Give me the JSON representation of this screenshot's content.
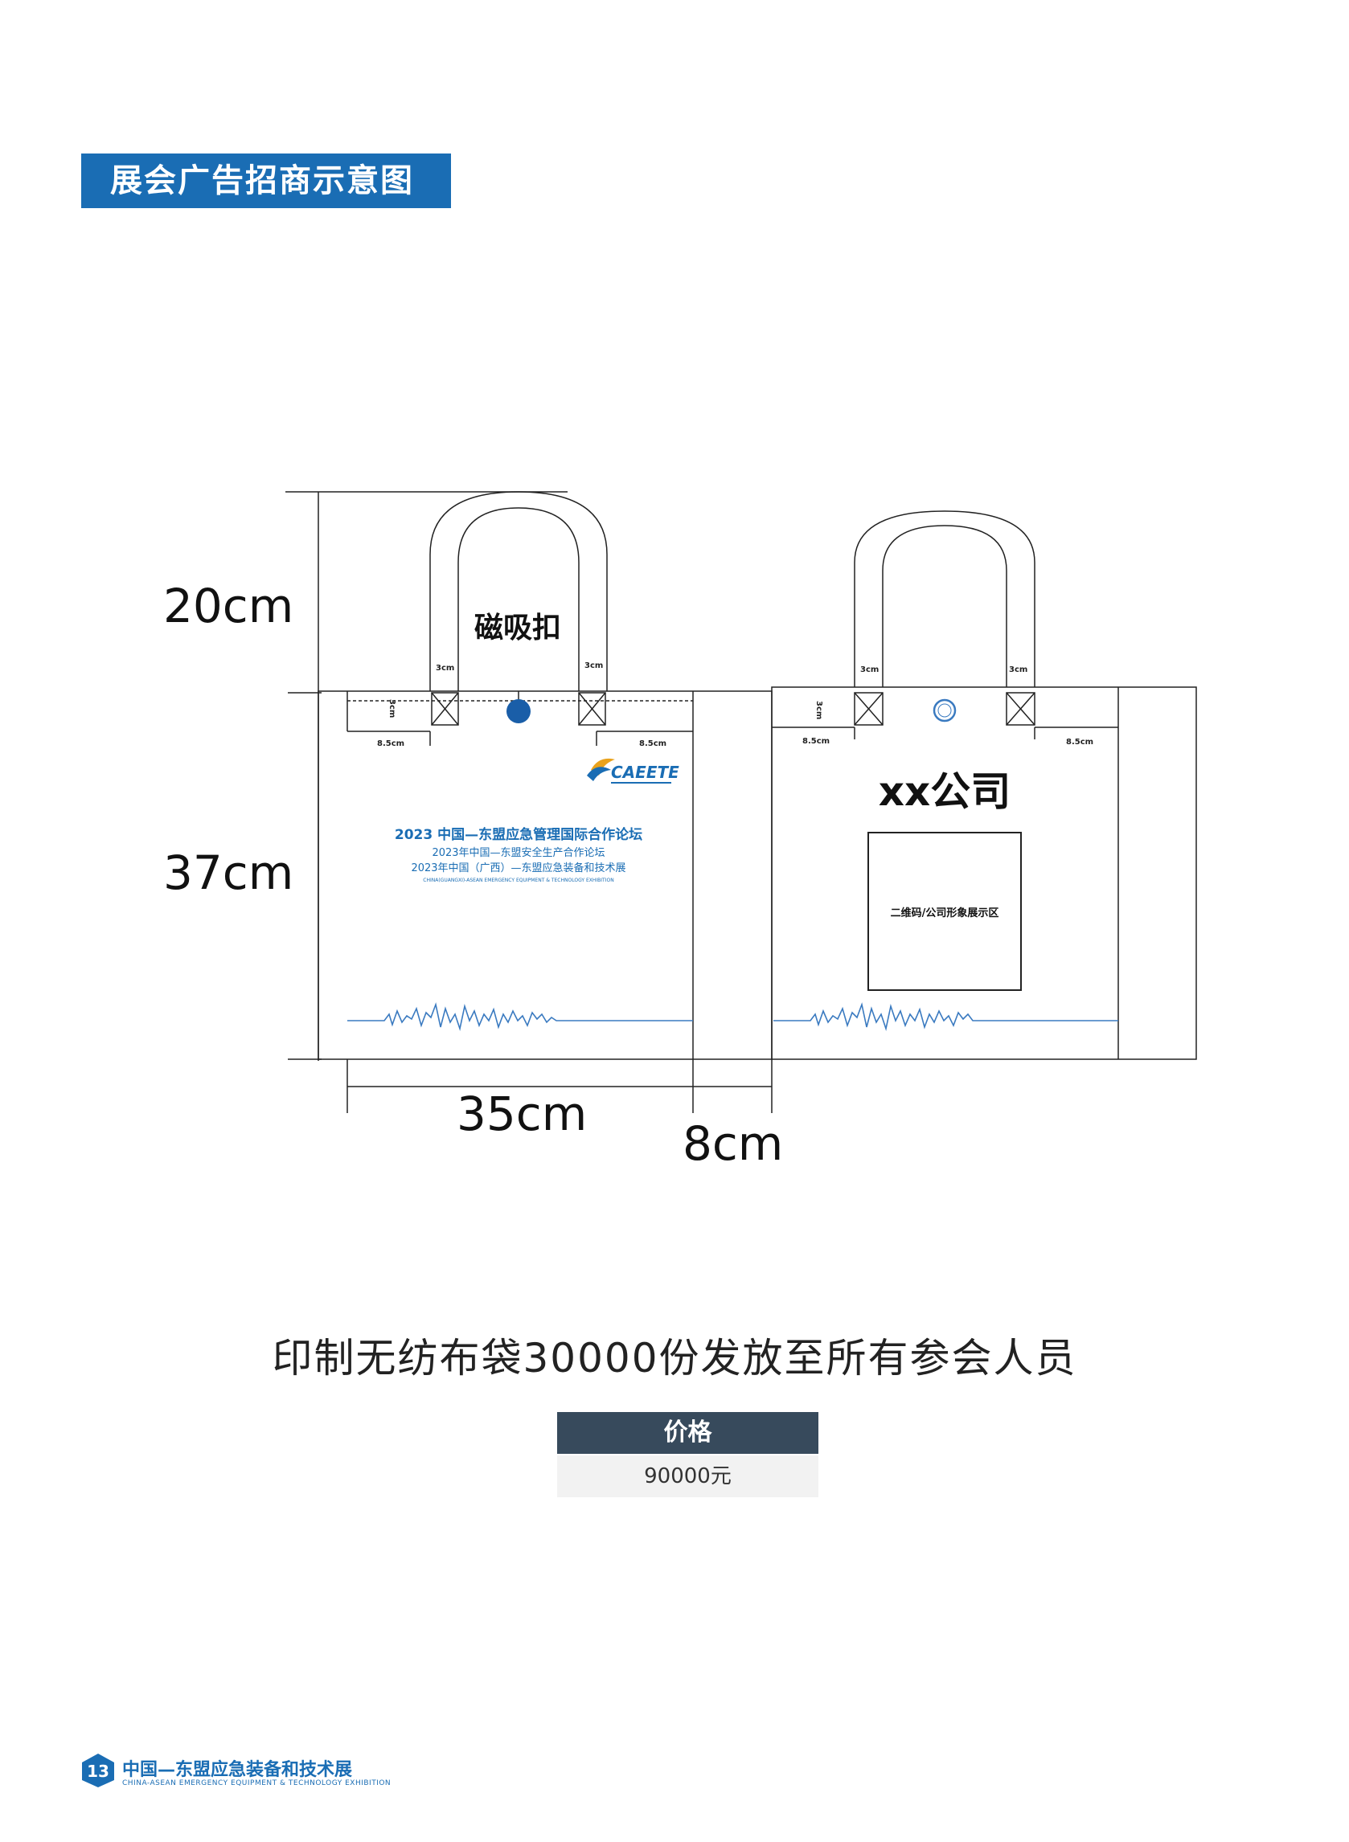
{
  "section_title": "展会广告招商示意图",
  "dimensions": {
    "handle_height": "20cm",
    "bag_height": "37cm",
    "bag_width": "35cm",
    "gusset_width": "8cm",
    "strap_width": "3cm",
    "strap_offset": "8.5cm"
  },
  "front_bag": {
    "clasp_label": "磁吸扣",
    "logo_text": "CAEETE",
    "lines": [
      "2023 中国—东盟应急管理国际合作论坛",
      "2023年中国—东盟安全生产合作论坛",
      "2023年中国（广西）—东盟应急装备和技术展",
      "CHINA(GUANGXI)-ASEAN EMERGENCY EQUIPMENT & TECHNOLOGY EXHIBITION"
    ]
  },
  "back_bag": {
    "company_label": "xx公司",
    "qr_label": "二维码/公司形象展示区"
  },
  "caption": "印制无纺布袋30000份发放至所有参会人员",
  "price": {
    "header": "价格",
    "value": "90000元"
  },
  "footer": {
    "page_number": "13",
    "cn_name": "中国—东盟应急装备和技术展",
    "en_name": "CHINA-ASEAN EMERGENCY EQUIPMENT & TECHNOLOGY EXHIBITION"
  },
  "colors": {
    "brand_blue": "#1a6db4",
    "price_header": "#374a5c",
    "clasp": "#1a5ea8"
  }
}
